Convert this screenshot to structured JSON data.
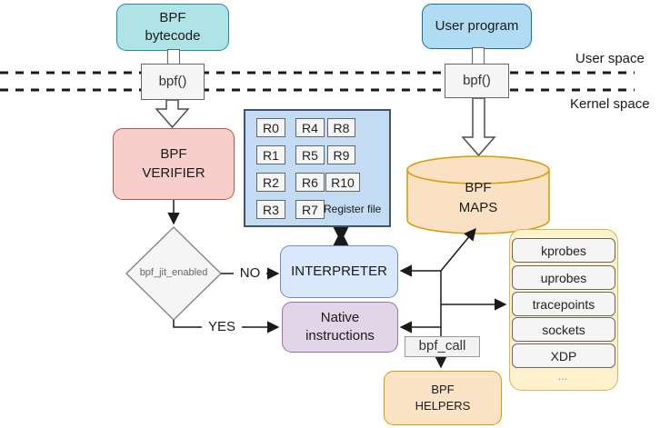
{
  "labels": {
    "user_space": "User space",
    "kernel_space": "Kernel space",
    "no": "NO",
    "yes": "YES"
  },
  "nodes": {
    "bpf_bytecode": "BPF\nbytecode",
    "user_program": "User program",
    "bpf_syscall_left": "bpf()",
    "bpf_syscall_right": "bpf()",
    "bpf_verifier": "BPF\nVERIFIER",
    "jit_decision": "bpf_jit_enabled",
    "interpreter": "INTERPRETER",
    "native_instructions": "Native\ninstructions",
    "bpf_maps": "BPF\nMAPS",
    "bpf_call": "bpf_call",
    "bpf_helpers": "BPF\nHELPERS"
  },
  "register_file": {
    "registers": [
      "R0",
      "R1",
      "R2",
      "R3",
      "R4",
      "R5",
      "R6",
      "R7",
      "R8",
      "R9",
      "R10"
    ],
    "label": "Register file"
  },
  "hooks": {
    "items": [
      "kprobes",
      "uprobes",
      "tracepoints",
      "sockets",
      "XDP"
    ],
    "more": "..."
  },
  "colors": {
    "teal_fill": "#B0E3E6",
    "teal_stroke": "#18919D",
    "blue_fill": "#AFDCF2",
    "blue_stroke": "#10739E",
    "red_fill": "#F8CECC",
    "red_stroke": "#B85450",
    "lightblue_fill": "#DAE8FC",
    "lightblue_stroke": "#6C8EBF",
    "purple_fill": "#E1D5E7",
    "purple_stroke": "#9673A6",
    "orange_fill": "#FBE1C3",
    "orange_stroke": "#D79B00",
    "yellow_fill": "#FFF2CC",
    "yellow_stroke": "#D6B656",
    "gray_fill": "#F5F5F5",
    "gray_stroke": "#666666"
  }
}
